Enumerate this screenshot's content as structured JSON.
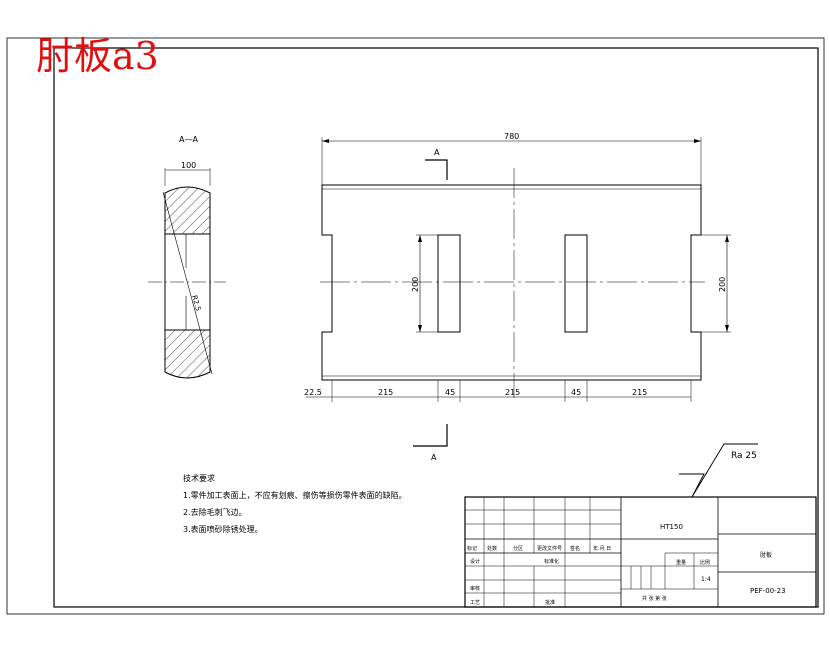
{
  "watermark": "肘板a3",
  "section": {
    "title": "A—A",
    "width_dim": "100",
    "radius_dim": "R2.5"
  },
  "front_view": {
    "overall_length": "780",
    "section_mark_top": "A",
    "section_mark_bottom": "A",
    "slot_height_left": "200",
    "slot_height_right": "200",
    "dims": [
      "22.5",
      "215",
      "45",
      "215",
      "45",
      "215"
    ]
  },
  "roughness": "Ra 25",
  "tech_notes": {
    "title": "技术要求",
    "items": [
      "1.零件加工表面上，不应有划痕、擦伤等损伤零件表面的缺陷。",
      "2.去除毛刺飞边。",
      "3.表面喷砂除锈处理。"
    ]
  },
  "title_block": {
    "material": "HT150",
    "part_name": "肘板",
    "drawing_no": "PEF-00-23",
    "scale": "1:4",
    "headers": [
      "标记",
      "处数",
      "分区",
      "更改文件号",
      "签名",
      "年.月.日"
    ],
    "row_labels": [
      "设计",
      "审核",
      "工艺"
    ],
    "std_label": "标准化",
    "approve_label": "批准",
    "weight_label": "重量",
    "scale_label": "比例",
    "sheet_text": "共  张  第  张"
  }
}
